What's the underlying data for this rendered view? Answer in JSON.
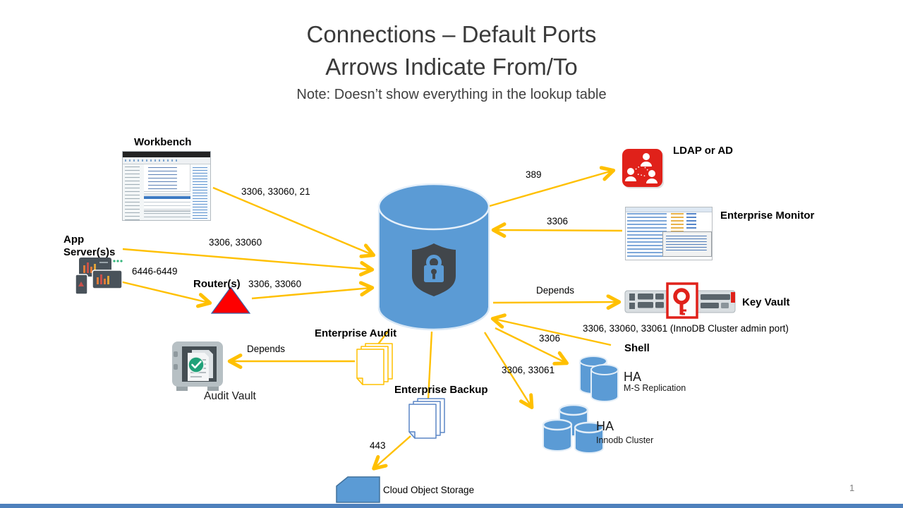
{
  "title": {
    "line1": "Connections – Default Ports",
    "line2": "Arrows Indicate From/To",
    "note": "Note: Doesn’t show everything in the lookup table"
  },
  "nodes": {
    "workbench": {
      "label": "Workbench"
    },
    "app_servers": {
      "label_line1": "App",
      "label_line2": "Server(s)s"
    },
    "routers": {
      "label": "Router(s)"
    },
    "ldap": {
      "label": "LDAP or AD"
    },
    "enterprise_monitor": {
      "label": "Enterprise Monitor"
    },
    "key_vault": {
      "label": "Key Vault"
    },
    "shell": {
      "label": "Shell"
    },
    "ha_ms": {
      "label": "HA",
      "sublabel": "M-S Replication"
    },
    "ha_innodb": {
      "label": "HA",
      "sublabel": "Innodb Cluster"
    },
    "enterprise_audit": {
      "label": "Enterprise Audit"
    },
    "audit_vault": {
      "label": "Audit Vault"
    },
    "enterprise_backup": {
      "label": "Enterprise Backup"
    },
    "cloud_storage": {
      "label": "Cloud Object Storage"
    }
  },
  "edges": {
    "workbench_db": "3306, 33060, 21",
    "app_db": "3306, 33060",
    "app_router": "6446-6449",
    "router_db": "3306, 33060",
    "db_ldap": "389",
    "monitor_db": "3306",
    "db_keyvault": "Depends",
    "shell_db": "3306, 33060, 33061 (InnoDB Cluster admin port)",
    "db_ha_ms": "3306",
    "db_ha_innodb": "3306, 33061",
    "audit_to_vault": "Depends",
    "backup_cloud": "443"
  },
  "page_number": "1",
  "colors": {
    "arrow": "#FFC000",
    "db_blue": "#5B9BD5",
    "brand_red": "#E0211A",
    "slate": "#49525A"
  }
}
